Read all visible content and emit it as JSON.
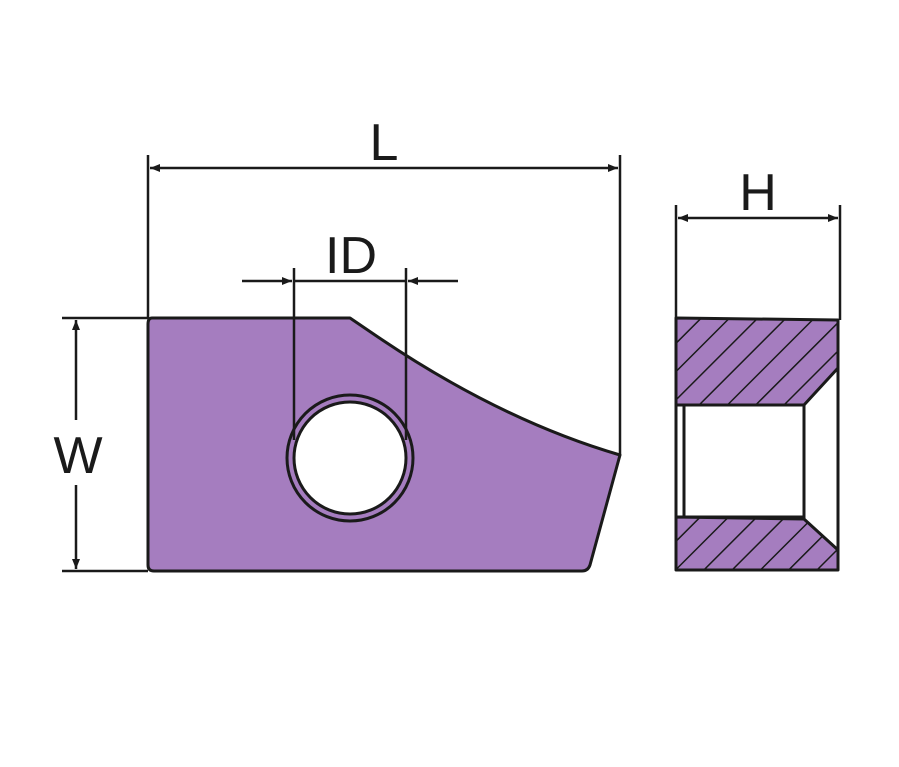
{
  "labels": {
    "length": "L",
    "width": "W",
    "inner_diameter": "ID",
    "height": "H"
  },
  "colors": {
    "body_fill": "#a57dbf",
    "line": "#1a1a1a",
    "background": "#ffffff"
  }
}
